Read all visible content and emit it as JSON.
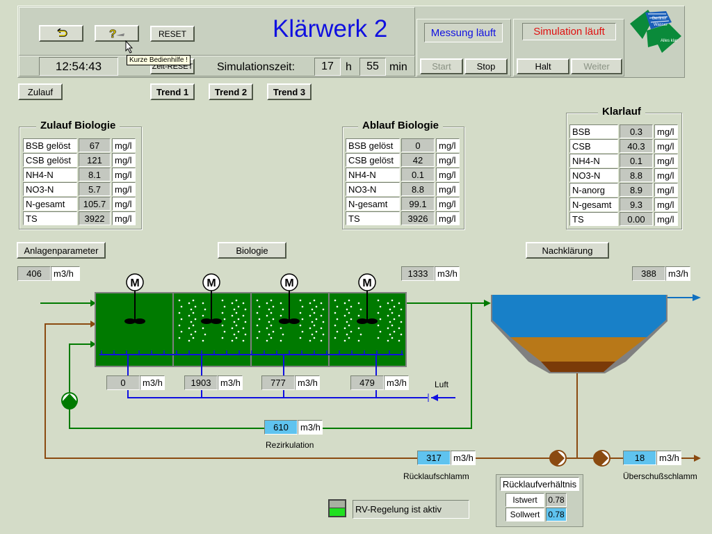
{
  "header": {
    "title": "Klärwerk 2",
    "clock": "12:54:43",
    "reset_label": "RESET",
    "zeit_reset_label": "Zeit-RESET",
    "tooltip": "Kurze Bedienhilfe !",
    "sim_time_label": "Simulationszeit:",
    "sim_hours": "17",
    "hours_unit": "h",
    "sim_minutes": "55",
    "minutes_unit": "min",
    "measurement_status": "Messung läuft",
    "simulation_status": "Simulation läuft",
    "start_label": "Start",
    "stop_label": "Stop",
    "halt_label": "Halt",
    "weiter_label": "Weiter",
    "logo_text": [
      "Berliner",
      "Wasser",
      "Alles klar"
    ],
    "colors": {
      "title": "#1010e0",
      "measurement": "#1010e0",
      "simulation": "#e01010"
    }
  },
  "nav": {
    "zulauf": "Zulauf",
    "trend1": "Trend 1",
    "trend2": "Trend 2",
    "trend3": "Trend 3",
    "anlagenparameter": "Anlagenparameter",
    "biologie": "Biologie",
    "nachklaerung": "Nachklärung"
  },
  "zulauf_biologie": {
    "title": "Zulauf Biologie",
    "rows": [
      {
        "name": "BSB gelöst",
        "value": "67",
        "unit": "mg/l"
      },
      {
        "name": "CSB gelöst",
        "value": "121",
        "unit": "mg/l"
      },
      {
        "name": "NH4-N",
        "value": "8.1",
        "unit": "mg/l"
      },
      {
        "name": "NO3-N",
        "value": "5.7",
        "unit": "mg/l"
      },
      {
        "name": "N-gesamt",
        "value": "105.7",
        "unit": "mg/l"
      },
      {
        "name": "TS",
        "value": "3922",
        "unit": "mg/l"
      }
    ]
  },
  "ablauf_biologie": {
    "title": "Ablauf Biologie",
    "rows": [
      {
        "name": "BSB gelöst",
        "value": "0",
        "unit": "mg/l"
      },
      {
        "name": "CSB gelöst",
        "value": "42",
        "unit": "mg/l"
      },
      {
        "name": "NH4-N",
        "value": "0.1",
        "unit": "mg/l"
      },
      {
        "name": "NO3-N",
        "value": "8.8",
        "unit": "mg/l"
      },
      {
        "name": "N-gesamt",
        "value": "99.1",
        "unit": "mg/l"
      },
      {
        "name": "TS",
        "value": "3926",
        "unit": "mg/l"
      }
    ]
  },
  "klarlauf": {
    "title": "Klarlauf",
    "rows": [
      {
        "name": "BSB",
        "value": "0.3",
        "unit": "mg/l"
      },
      {
        "name": "CSB",
        "value": "40.3",
        "unit": "mg/l"
      },
      {
        "name": "NH4-N",
        "value": "0.1",
        "unit": "mg/l"
      },
      {
        "name": "NO3-N",
        "value": "8.8",
        "unit": "mg/l"
      },
      {
        "name": "N-anorg",
        "value": "8.9",
        "unit": "mg/l"
      },
      {
        "name": "N-gesamt",
        "value": "9.3",
        "unit": "mg/l"
      },
      {
        "name": "TS",
        "value": "0.00",
        "unit": "mg/l"
      }
    ]
  },
  "flows": {
    "inflow": {
      "value": "406",
      "unit": "m3/h"
    },
    "biology_out": {
      "value": "1333",
      "unit": "m3/h"
    },
    "outflow": {
      "value": "388",
      "unit": "m3/h"
    },
    "air": [
      {
        "value": "0",
        "unit": "m3/h"
      },
      {
        "value": "1903",
        "unit": "m3/h"
      },
      {
        "value": "777",
        "unit": "m3/h"
      },
      {
        "value": "479",
        "unit": "m3/h"
      }
    ],
    "air_label": "Luft",
    "rezirkulation": {
      "value": "610",
      "unit": "m3/h",
      "label": "Rezirkulation"
    },
    "ruecklaufschlamm": {
      "value": "317",
      "unit": "m3/h",
      "label": "Rücklaufschlamm"
    },
    "ueberschussschlamm": {
      "value": "18",
      "unit": "m3/h",
      "label": "Überschußschlamm"
    }
  },
  "motor_label": "M",
  "ruecklaufverhaeltnis": {
    "title": "Rücklaufverhältnis",
    "istwert_label": "Istwert",
    "istwert": "0.78",
    "sollwert_label": "Sollwert",
    "sollwert": "0.78"
  },
  "rv_regelung": "RV-Regelung ist aktiv"
}
